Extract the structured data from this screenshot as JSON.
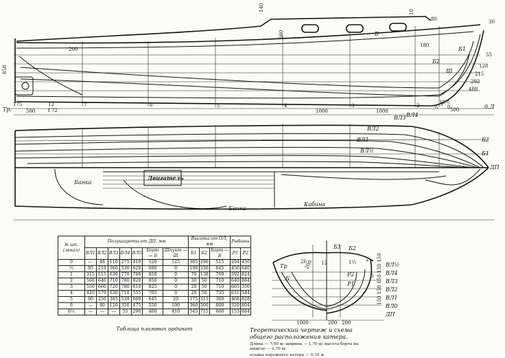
{
  "profile": {
    "dims": {
      "top_140": "140",
      "top_10": "10",
      "top_80": "80",
      "d_200": "200",
      "d_858": "858",
      "d_175": "175",
      "d_500_left": "500",
      "d_12": "12",
      "d_f72": "f 72",
      "d_1000_a": "1000",
      "d_1000_b": "1000",
      "d_500_right": "500",
      "d_10_half": "10½",
      "d_180": "180",
      "d_660": "660",
      "d_55": "55",
      "d_128": "128",
      "d_215": "215",
      "d_292": "292",
      "d_488": "488",
      "d_30": "30"
    },
    "stations": [
      "7",
      "6",
      "5",
      "4",
      "3",
      "2",
      "1",
      "0",
      "½"
    ],
    "line_labels": [
      "Б",
      "Б1",
      "Б2",
      "Ш"
    ],
    "waterline_labels": [
      "Тр.",
      "0.Л"
    ]
  },
  "plan": {
    "labels": [
      "ВЛ3",
      "ВЛ4",
      "ВЛ2",
      "ВЛ1",
      "ВЛ½",
      "Б2",
      "Б1",
      "ДП"
    ]
  },
  "deck": {
    "labels": {
      "bank_fwd": "Банка",
      "engine": "Двигатель",
      "bank_aft": "Банка",
      "cabin": "Кабина"
    }
  },
  "body_plan": {
    "dims": {
      "d_1000": "1000",
      "d_200a": "200",
      "d_200b": "200",
      "d_200c": "200",
      "d_12": "12",
      "d_20": "20"
    },
    "labels": [
      "Б1",
      "Б2",
      "Тр",
      "1½",
      "2",
      "Р2",
      "Р1",
      "Б",
      "0",
      "ВЛ½",
      "ВЛ4",
      "ВЛ3",
      "ВЛ2",
      "ВЛ1",
      "ВЛ0",
      "ДП"
    ],
    "vertical_dims": "150 150 150 150 150"
  },
  "table": {
    "header": {
      "station": "№ шп. (лекал)",
      "half_breadths": "Полушироты от ДП, мм",
      "heights": "Высота от ОЛ, мм",
      "ribs": "Рыбины"
    },
    "columns": [
      "ВЛ1",
      "ВЛ2",
      "ВЛ3",
      "ВЛ4",
      "ВЛ5",
      "Борт — Б",
      "Шпунт — Ш",
      "Б1",
      "Б2",
      "Борт — Б",
      "Р1",
      "Р2"
    ],
    "rows": [
      [
        "0",
        "—",
        "48",
        "110",
        "275",
        "410",
        "520",
        "125",
        "385",
        "290",
        "515",
        "294",
        "450"
      ],
      [
        "½",
        "95",
        "219",
        "360",
        "530",
        "620",
        "680",
        "0",
        "190",
        "330",
        "645",
        "450",
        "640"
      ],
      [
        "1",
        "315",
        "515",
        "630",
        "770",
        "780",
        "850",
        "0",
        "70",
        "138",
        "769",
        "592",
        "824"
      ],
      [
        "2",
        "568",
        "640",
        "710",
        "780",
        "820",
        "850",
        "0",
        "30",
        "50",
        "710",
        "640",
        "884"
      ],
      [
        "3",
        "550",
        "660",
        "720",
        "780",
        "810",
        "825",
        "0",
        "20",
        "50",
        "710",
        "665",
        "350"
      ],
      [
        "4",
        "420",
        "579",
        "630",
        "718",
        "555",
        "765",
        "0",
        "20",
        "50",
        "735",
        "631",
        "544"
      ],
      [
        "5",
        "90",
        "250",
        "385",
        "539",
        "600",
        "645",
        "20",
        "175",
        "315",
        "360",
        "468",
        "828"
      ],
      [
        "6",
        "—",
        "40",
        "120",
        "350",
        "475",
        "550",
        "190",
        "360",
        "500",
        "800",
        "320",
        "804"
      ],
      [
        "6½",
        "—",
        "—",
        "—",
        "55",
        "290",
        "460",
        "410",
        "545",
        "715",
        "660",
        "153",
        "884"
      ]
    ],
    "caption": "Таблица плазовых ординат"
  },
  "caption": {
    "title": "Теоретический чертеж и схема общего расположения катера.",
    "spec_1": "Длина — 7,00 м; ширина — 1,70 м; высота борта на мидéле — 0,70 м;",
    "spec_2": "осадка порожнего катера — 0,35 м."
  }
}
